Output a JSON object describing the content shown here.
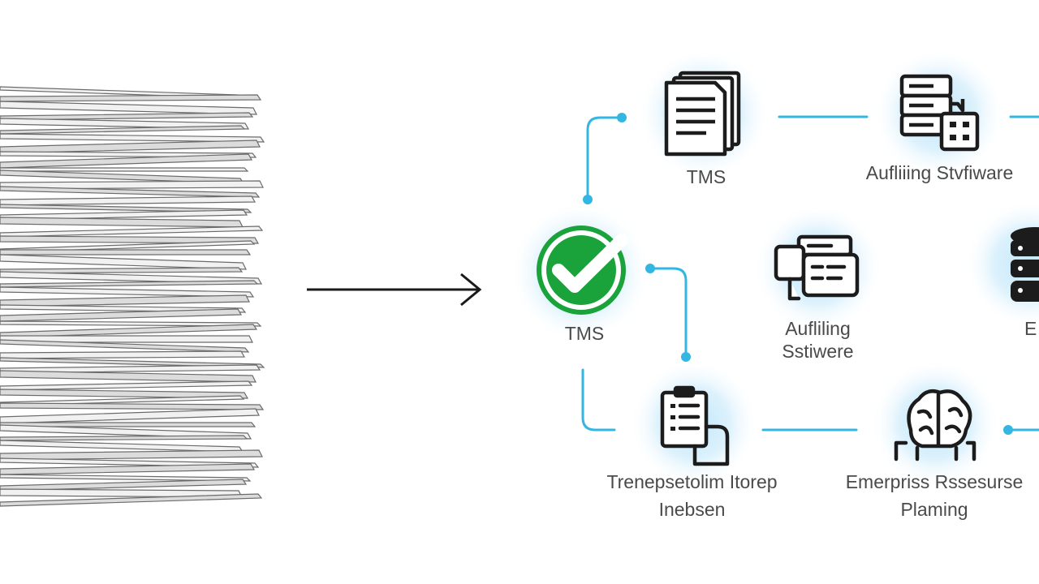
{
  "diagram": {
    "nodes": [
      {
        "id": "tms-top",
        "label": "TMS",
        "icon": "document-stack-icon"
      },
      {
        "id": "auditing-top",
        "label": "Aufliiing Stvfiware",
        "icon": "server-calculator-icon"
      },
      {
        "id": "tms-check",
        "label": "TMS",
        "icon": "check-circle-icon"
      },
      {
        "id": "auditing-mid",
        "label_line1": "Aufliling",
        "label_line2": "Sstiwere",
        "icon": "fax-machine-icon"
      },
      {
        "id": "database-right",
        "label": "E",
        "icon": "database-icon"
      },
      {
        "id": "transport",
        "label_line1": "Trenepsetolim Itorep",
        "label_line2": "Inebsen",
        "icon": "clipboard-icon"
      },
      {
        "id": "erp",
        "label_line1": "Emerpriss Rssesurse",
        "label_line2": "Plaming",
        "icon": "brain-icon"
      }
    ],
    "colors": {
      "connector": "#33b7e2",
      "glow": "#bfe6fa",
      "check_green": "#1aa33a",
      "icon_stroke": "#1c1c1c",
      "arrow": "#1a1a1a",
      "paper_dark": "#6b6b6b",
      "paper_light": "#e4e4e4"
    },
    "illustration": "paper-stack-icon",
    "transition": "arrow-right-icon"
  }
}
